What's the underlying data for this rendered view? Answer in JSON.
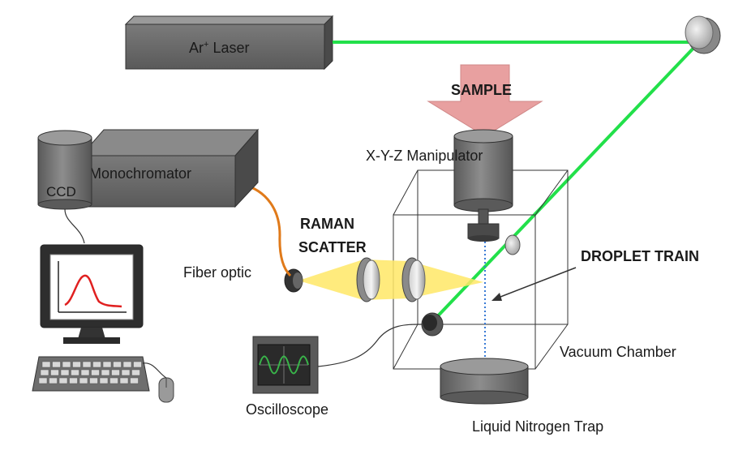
{
  "labels": {
    "laser": "Ar",
    "laser_sup": "+",
    "laser_suffix": " Laser",
    "sample": "SAMPLE",
    "manipulator": "X-Y-Z Manipulator",
    "ccd": "CCD",
    "monochromator": "Monochromator",
    "raman_line1": "RAMAN",
    "raman_line2": "SCATTER",
    "fiber_optic": "Fiber optic",
    "droplet_train": "DROPLET TRAIN",
    "vacuum_chamber": "Vacuum Chamber",
    "oscilloscope": "Oscilloscope",
    "nitrogen_trap": "Liquid Nitrogen Trap"
  },
  "colors": {
    "laser_beam": "#22e04a",
    "raman_light": "#ffe866",
    "fiber": "#e07a1a",
    "sample_arrow": "#e8a0a0",
    "spectrum": "#e02020",
    "scope_wave": "#39b54a"
  }
}
